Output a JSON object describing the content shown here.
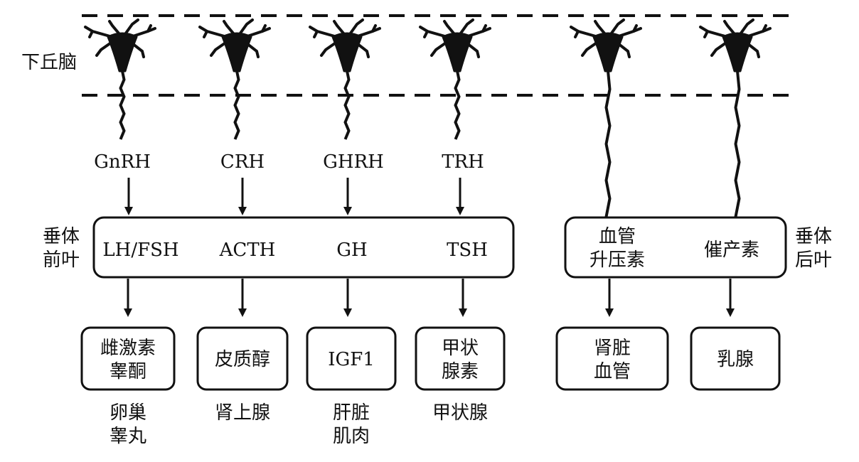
{
  "hypothalamus_label": "下丘脑",
  "anterior_pituitary_label": [
    "垂体",
    "前叶"
  ],
  "posterior_pituitary_label": [
    "垂体",
    "后叶"
  ],
  "releasing_hormones": [
    "GnRH",
    "CRH",
    "GHRH",
    "TRH"
  ],
  "anterior_hormones": [
    "LH/FSH",
    "ACTH",
    "GH",
    "TSH"
  ],
  "posterior_hormones": [
    [
      "血管",
      "升压素"
    ],
    [
      "催产素"
    ]
  ],
  "anterior_targets": [
    {
      "box": [
        "雌激素",
        "睾酮"
      ],
      "organ": [
        "卵巢",
        "睾丸"
      ]
    },
    {
      "box": [
        "皮质醇"
      ],
      "organ": [
        "肾上腺"
      ]
    },
    {
      "box": [
        "IGF1"
      ],
      "organ": [
        "肝脏",
        "肌肉"
      ]
    },
    {
      "box": [
        "甲状",
        "腺素"
      ],
      "organ": [
        "甲状腺"
      ]
    }
  ],
  "posterior_targets": [
    {
      "box": [
        "肾脏",
        "血管"
      ]
    },
    {
      "box": [
        "乳腺"
      ]
    }
  ],
  "icons": {
    "neuron": "neuron-icon",
    "arrow": "arrow-down-icon"
  }
}
